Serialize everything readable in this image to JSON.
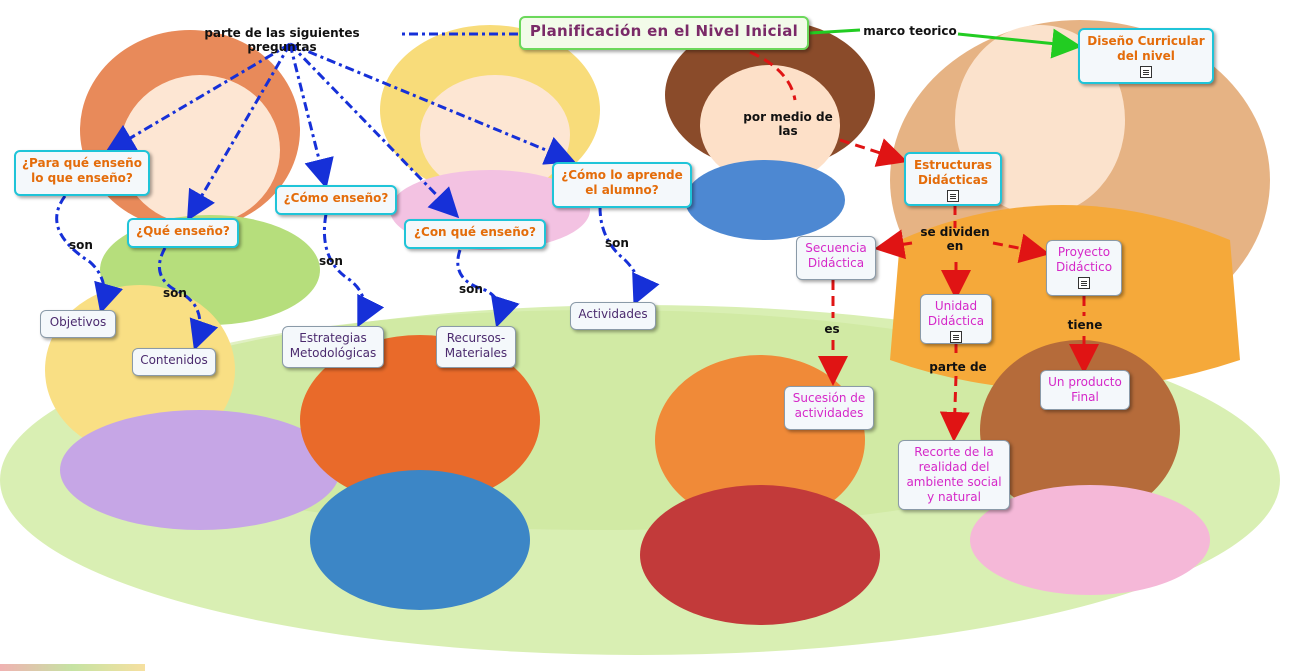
{
  "title": "Planificación en el Nivel Inicial",
  "colors": {
    "question_border": "#1fc4d8",
    "question_text": "#e46c0a",
    "blue_link": "#1630d8",
    "red_link": "#e01414",
    "green_link": "#22cc22",
    "magenta_text": "#d528c8"
  },
  "nodes": {
    "diseno": "Diseño Curricular del nivel",
    "estructuras": "Estructuras Didácticas",
    "para_que": "¿Para qué enseño lo que enseño?",
    "que": "¿Qué enseño?",
    "como": "¿Cómo enseño?",
    "con_que": "¿Con qué enseño?",
    "como_aprende": "¿Cómo lo aprende el alumno?",
    "objetivos": "Objetivos",
    "contenidos": "Contenidos",
    "estrategias": "Estrategias Metodológicas",
    "recursos": "Recursos-Materiales",
    "actividades": "Actividades",
    "secuencia": "Secuencia Didáctica",
    "proyecto": "Proyecto Didáctico",
    "unidad": "Unidad Didáctica",
    "sucesion": "Sucesión de actividades",
    "producto": "Un producto Final",
    "recorte": "Recorte de la realidad del ambiente social y natural"
  },
  "links": {
    "parte_preguntas": "parte de las siguientes preguntas",
    "marco": "marco teorico",
    "por_medio": "por medio de las",
    "son": "son",
    "se_dividen": "se dividen en",
    "es": "es",
    "tiene": "tiene",
    "parte_de": "parte de"
  },
  "icons": [
    "document-icon"
  ]
}
